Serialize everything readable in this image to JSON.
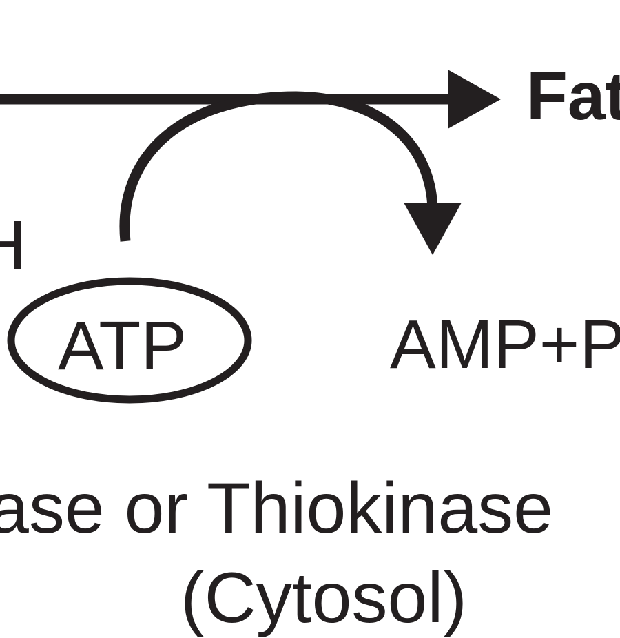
{
  "labels": {
    "product": "Fat",
    "substrate_fragment": "H",
    "cofactor": "ATP",
    "byproduct": "AMP+P",
    "enzyme": "ase or Thiokinase",
    "location": "(Cytosol)"
  },
  "colors": {
    "ink": "#231f20",
    "background": "#ffffff"
  },
  "icons": {
    "main_arrow": "arrow-right-icon",
    "side_arrow": "curved-arrow-down-icon",
    "cofactor_outline": "ellipse-outline"
  }
}
